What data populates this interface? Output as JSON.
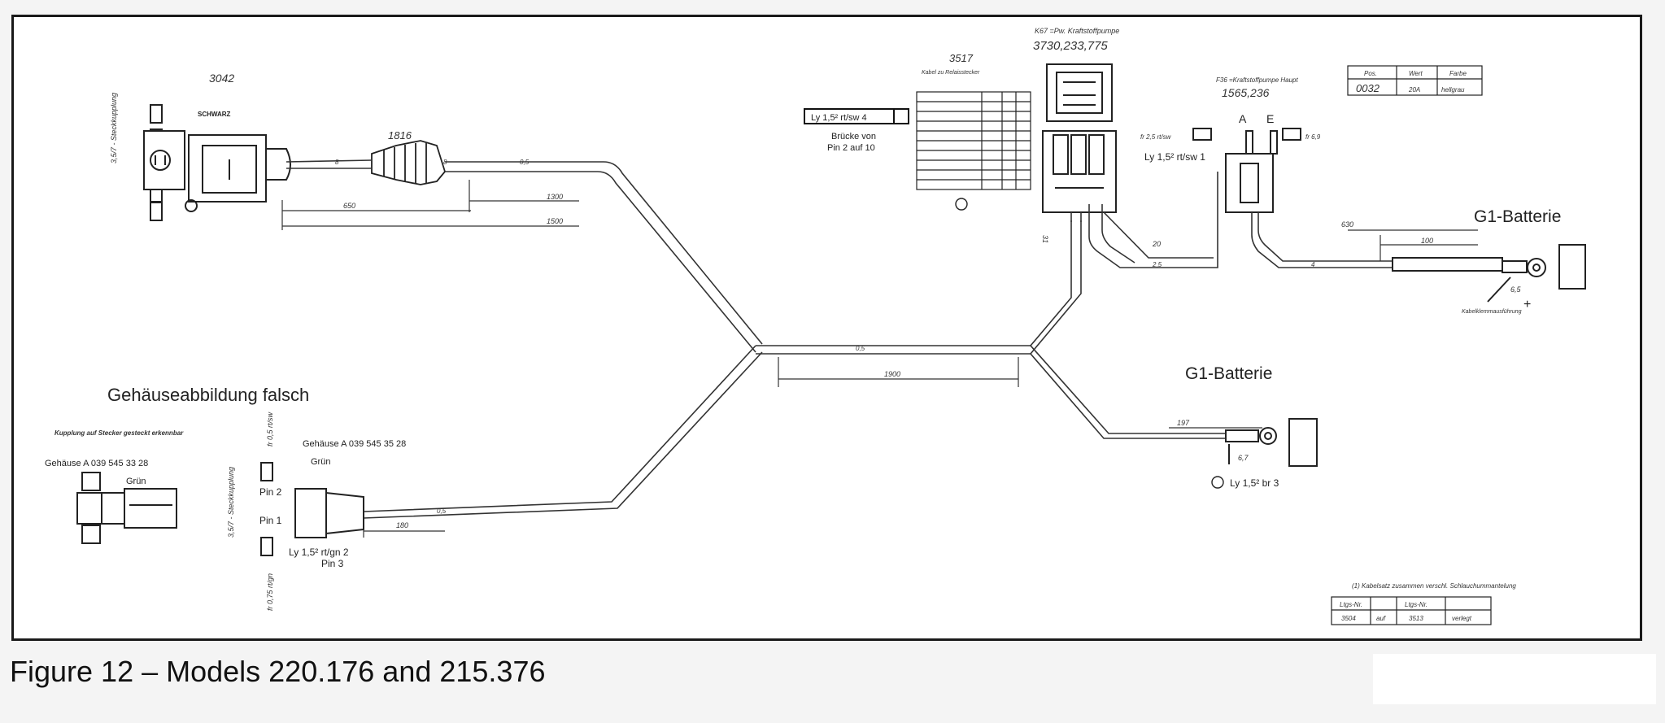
{
  "caption": "Figure 12 – Models 220.176 and 215.376",
  "labels": {
    "wrong_housing": "Gehäuseabbildung falsch",
    "battery_top": "G1-Batterie",
    "battery_bottom": "G1-Batterie",
    "part_3042": "3042",
    "part_1816": "1816",
    "part_3517": "3517",
    "part_pump_label": "K67 =Pw. Kraftstoffpumpe",
    "part_pump_number": "3730,233,775",
    "part_fuse_label": "F36 =Kraftstoffpumpe Haupt",
    "part_fuse_number": "1565,236",
    "schwarz": "SCHWARZ",
    "gruen_left": "Grün",
    "gruen_mid": "Grün",
    "relay_table_title": "Kabel zu Relaisstecker",
    "bruecke_1": "Brücke von",
    "bruecke_2": "Pin 2 auf 10",
    "ly15_rtsw4": "Ly 1,5² rt/sw 4",
    "ly15_rtsw1": "Ly 1,5² rt/sw 1",
    "ly15_br3": "Ly 1,5² br 3",
    "ly15_rtgn2": "Ly 1,5² rt/gn 2",
    "pin3": "Pin 3",
    "pin2": "Pin 2",
    "pin1": "Pin 1",
    "gehause_left": "Gehäuse A 039 545 33 28",
    "gehause_mid": "Gehäuse A 039 545 35 28",
    "coupling_note": "Kupplung auf Stecker gesteckt erkennbar",
    "label_A": "A",
    "label_E": "E",
    "fr25_rtsw": "fr 2,5 rt/sw",
    "fr_6_9": "fr 6,9",
    "plus": "+",
    "minus_label": "Kabelklemmausführung",
    "val_65": "6,5",
    "val_67": "6,7",
    "legend_note": "(1) Kabelsatz zusammen verschl. Schlauchummantelung",
    "dim_650": "650",
    "dim_1300": "1300",
    "dim_1500": "1500",
    "dim_1900": "1900",
    "dim_20": "20",
    "dim_630": "630",
    "dim_180": "180",
    "dim_197": "197",
    "dim_100": "100"
  },
  "revision_table": {
    "headers": [
      "Pos.",
      "Wert",
      "Farbe"
    ],
    "row": [
      "0032",
      "20A",
      "hellgrau"
    ]
  },
  "parts_table": {
    "headers": [
      "Ltgs-Nr.",
      "",
      "Ltgs-Nr.",
      ""
    ],
    "row": [
      "3504",
      "auf",
      "3513",
      "verlegt"
    ]
  }
}
